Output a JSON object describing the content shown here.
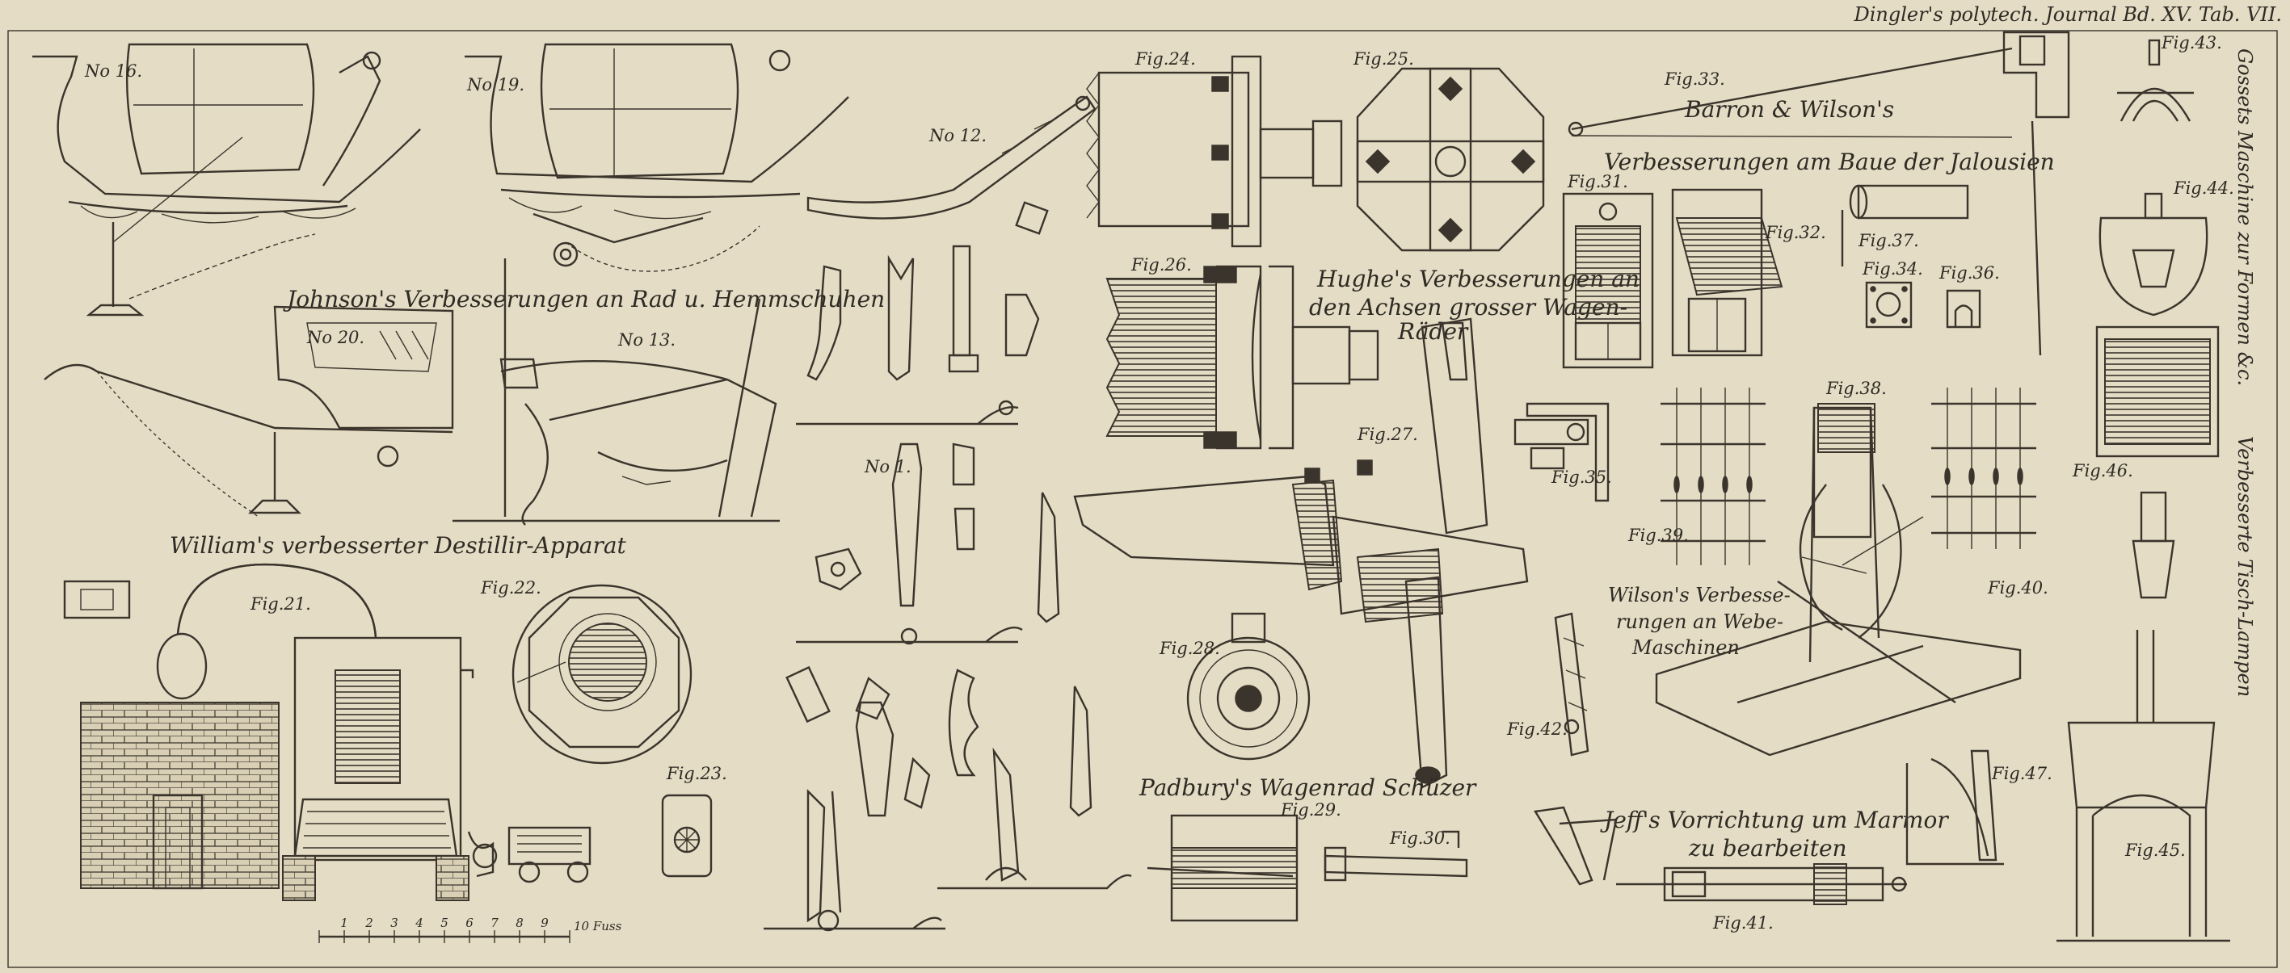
{
  "plate": {
    "header": "Dingler's polytech. Journal Bd. XV. Tab. VII.",
    "side_right_1": "Gossets Maschine zur Formen &c.",
    "side_right_2": "Verbesserte Tisch-Lampen",
    "colors": {
      "paper": "#e4dcc4",
      "ink": "#3a342c"
    }
  },
  "captions": {
    "johnson": "Johnson's Verbesserungen an Rad u. Hemmschuhen",
    "william": "William's verbesserter Destillir-Apparat",
    "hughes_1": "Hughe's Verbesserungen an",
    "hughes_2": "den Achsen grosser Wagen-",
    "hughes_3": "Räder",
    "padbury": "Padbury's Wagenrad Schüzer",
    "barron_1": "Barron & Wilson's",
    "barron_2": "Verbesserungen am Baue der Jalousien",
    "wilson_1": "Wilson's Verbesse-",
    "wilson_2": "rungen an Webe-",
    "wilson_3": "Maschinen",
    "jeff_1": "Jeff's Vorrichtung um Marmor",
    "jeff_2": "zu bearbeiten",
    "scale": "10 Fuss"
  },
  "labels": {
    "no16": "No 16.",
    "no19": "No 19.",
    "no12": "No 12.",
    "no20": "No 20.",
    "no13": "No 13.",
    "no1": "No 1.",
    "fig21": "Fig.21.",
    "fig22": "Fig.22.",
    "fig23": "Fig.23.",
    "fig24": "Fig.24.",
    "fig25": "Fig.25.",
    "fig26": "Fig.26.",
    "fig27": "Fig.27.",
    "fig28": "Fig.28.",
    "fig29": "Fig.29.",
    "fig30": "Fig.30.",
    "fig31": "Fig.31.",
    "fig32": "Fig.32.",
    "fig33": "Fig.33.",
    "fig34": "Fig.34.",
    "fig35": "Fig.35.",
    "fig36": "Fig.36.",
    "fig37": "Fig.37.",
    "fig38": "Fig.38.",
    "fig39": "Fig.39.",
    "fig40": "Fig.40.",
    "fig41": "Fig.41.",
    "fig42": "Fig.42.",
    "fig43": "Fig.43.",
    "fig44": "Fig.44.",
    "fig45": "Fig.45.",
    "fig46": "Fig.46.",
    "fig47": "Fig.47."
  },
  "scale_ticks": [
    "1",
    "2",
    "3",
    "4",
    "5",
    "6",
    "7",
    "8",
    "9"
  ]
}
